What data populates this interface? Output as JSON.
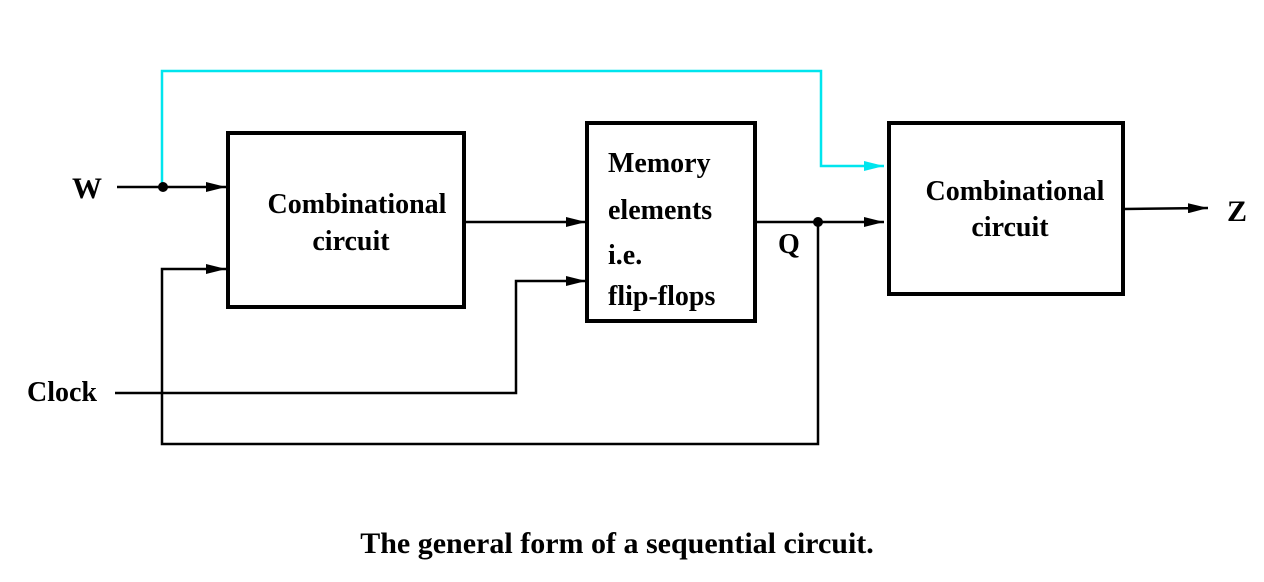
{
  "diagram": {
    "title": "The general form of a sequential circuit.",
    "colors": {
      "wire": "#000000",
      "highlight_wire": "#00e5ee",
      "background": "#ffffff"
    },
    "blocks": {
      "comb_left": {
        "line1": "Combinational",
        "line2": "circuit"
      },
      "memory": {
        "line1": "Memory",
        "line2": "elements",
        "line3": "i.e.",
        "line4": "flip-flops"
      },
      "comb_right": {
        "line1": "Combinational",
        "line2": "circuit"
      }
    },
    "signals": {
      "input": "W",
      "clock": "Clock",
      "state": "Q",
      "output": "Z"
    }
  }
}
